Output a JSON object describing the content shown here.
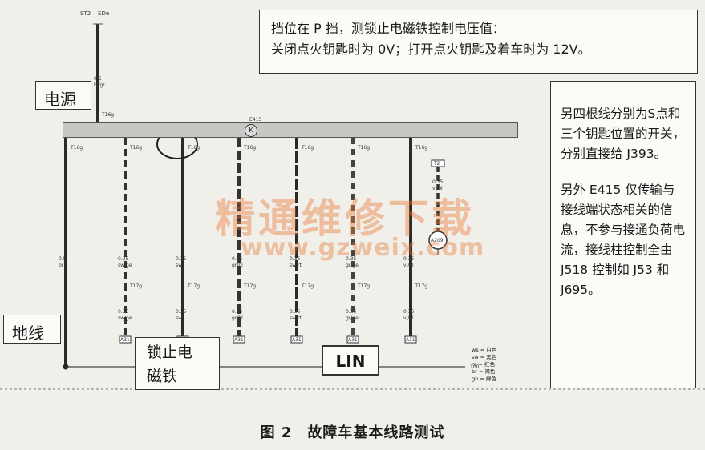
{
  "top_note": {
    "line1": "挡位在 P 挡，测锁止电磁铁控制电压值：",
    "line2": "关闭点火钥匙时为 0V；打开点火钥匙及着车时为 12V。"
  },
  "right_note": {
    "para1": "另四根线分别为S点和三个钥匙位置的开关，分别直接给 J393。",
    "para2": "另外 E415 仅传输与接线端状态相关的信息，不参与接通负荷电流，接线柱控制全由 J518 控制如 J53 和 J695。"
  },
  "labels": {
    "power": "电源",
    "ground": "地线",
    "lock_line1": "锁止电",
    "lock_line2": "磁铁",
    "lin": "LIN"
  },
  "top_connector": {
    "a": "ST2",
    "b": "SDe"
  },
  "feed": {
    "gauge": "0.5",
    "color": "bl/gr",
    "pin": "T16g"
  },
  "module": {
    "name": "E415",
    "sym": "K"
  },
  "wires": [
    {
      "pin": "T16g",
      "gauge": "0.5",
      "color": "br",
      "gauge2": "",
      "color2": "",
      "pin2": "",
      "end": ""
    },
    {
      "pin": "T16g",
      "gauge": "0.35",
      "color": "sw/ge",
      "gauge2": "0.35",
      "color2": "sw/ge",
      "pin2": "T17g",
      "end": "A31"
    },
    {
      "pin": "T16g",
      "gauge": "0.35",
      "color": "sw",
      "gauge2": "0.35",
      "color2": "sw",
      "pin2": "T17g",
      "end": "A37"
    },
    {
      "pin": "T16g",
      "gauge": "0.35",
      "color": "gr/bl",
      "gauge2": "0.35",
      "color2": "gr/bl",
      "pin2": "T17g",
      "end": "A31"
    },
    {
      "pin": "T16g",
      "gauge": "0.35",
      "color": "sw/rt",
      "gauge2": "0.35",
      "color2": "sw/rt",
      "pin2": "T17g",
      "end": "A31"
    },
    {
      "pin": "T16g",
      "gauge": "0.35",
      "color": "gr/ge",
      "gauge2": "0.35",
      "color2": "gr/ge",
      "pin2": "T17g",
      "end": "A31"
    },
    {
      "pin": "T16g",
      "gauge": "0.35",
      "color": "vi/bl",
      "gauge2": "0.35",
      "color2": "vi/bl",
      "pin2": "T17g",
      "end": "A31"
    }
  ],
  "side_branch": {
    "top": "T2",
    "gauge": "0.35",
    "color": "vi/bl",
    "node": "A209"
  },
  "legend": [
    {
      "code": "ws",
      "name": "白色"
    },
    {
      "code": "sw",
      "name": "黑色"
    },
    {
      "code": "ro",
      "name": "红色"
    },
    {
      "code": "br",
      "name": "褐色"
    },
    {
      "code": "gn",
      "name": "绿色"
    }
  ],
  "ground_end": "100",
  "watermark": {
    "cn": "精通维修下载",
    "url": "www.gzweix.com"
  },
  "caption": "图 2　故障车基本线路测试"
}
